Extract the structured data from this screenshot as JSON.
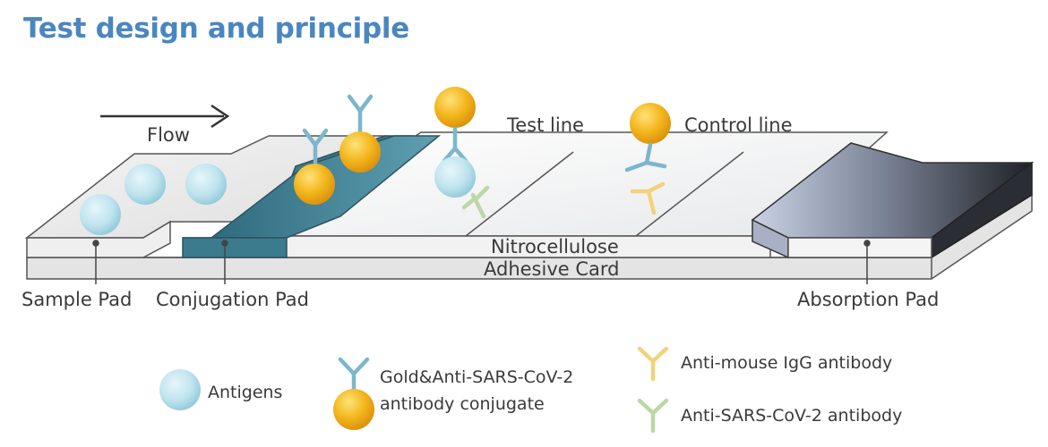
{
  "title": "Test design and principle",
  "labels": {
    "flow": "Flow",
    "test_line": "Test line",
    "control_line": "Control line",
    "nitrocellulose": "Nitrocellulose",
    "adhesive_card": "Adhesive Card",
    "sample_pad": "Sample Pad",
    "conjugation_pad": "Conjugation Pad",
    "absorption_pad": "Absorption Pad"
  },
  "legend": {
    "antigens": "Antigens",
    "conjugate_line1": "Gold&Anti-SARS-CoV-2",
    "conjugate_line2": "antibody conjugate",
    "anti_mouse": "Anti-mouse IgG antibody",
    "anti_sars": "Anti-SARS-CoV-2 antibody"
  },
  "colors": {
    "title": "#4a86c0",
    "antigen": "#bfe3ee",
    "gold": "#f1b71e",
    "conjugate_antibody": "#7cb6cc",
    "anti_mouse_antibody": "#f3d27a",
    "anti_sars_antibody": "#bcd7a6",
    "conjugation_pad": "#3f7f92",
    "absorption_pad": "#6b7588"
  }
}
